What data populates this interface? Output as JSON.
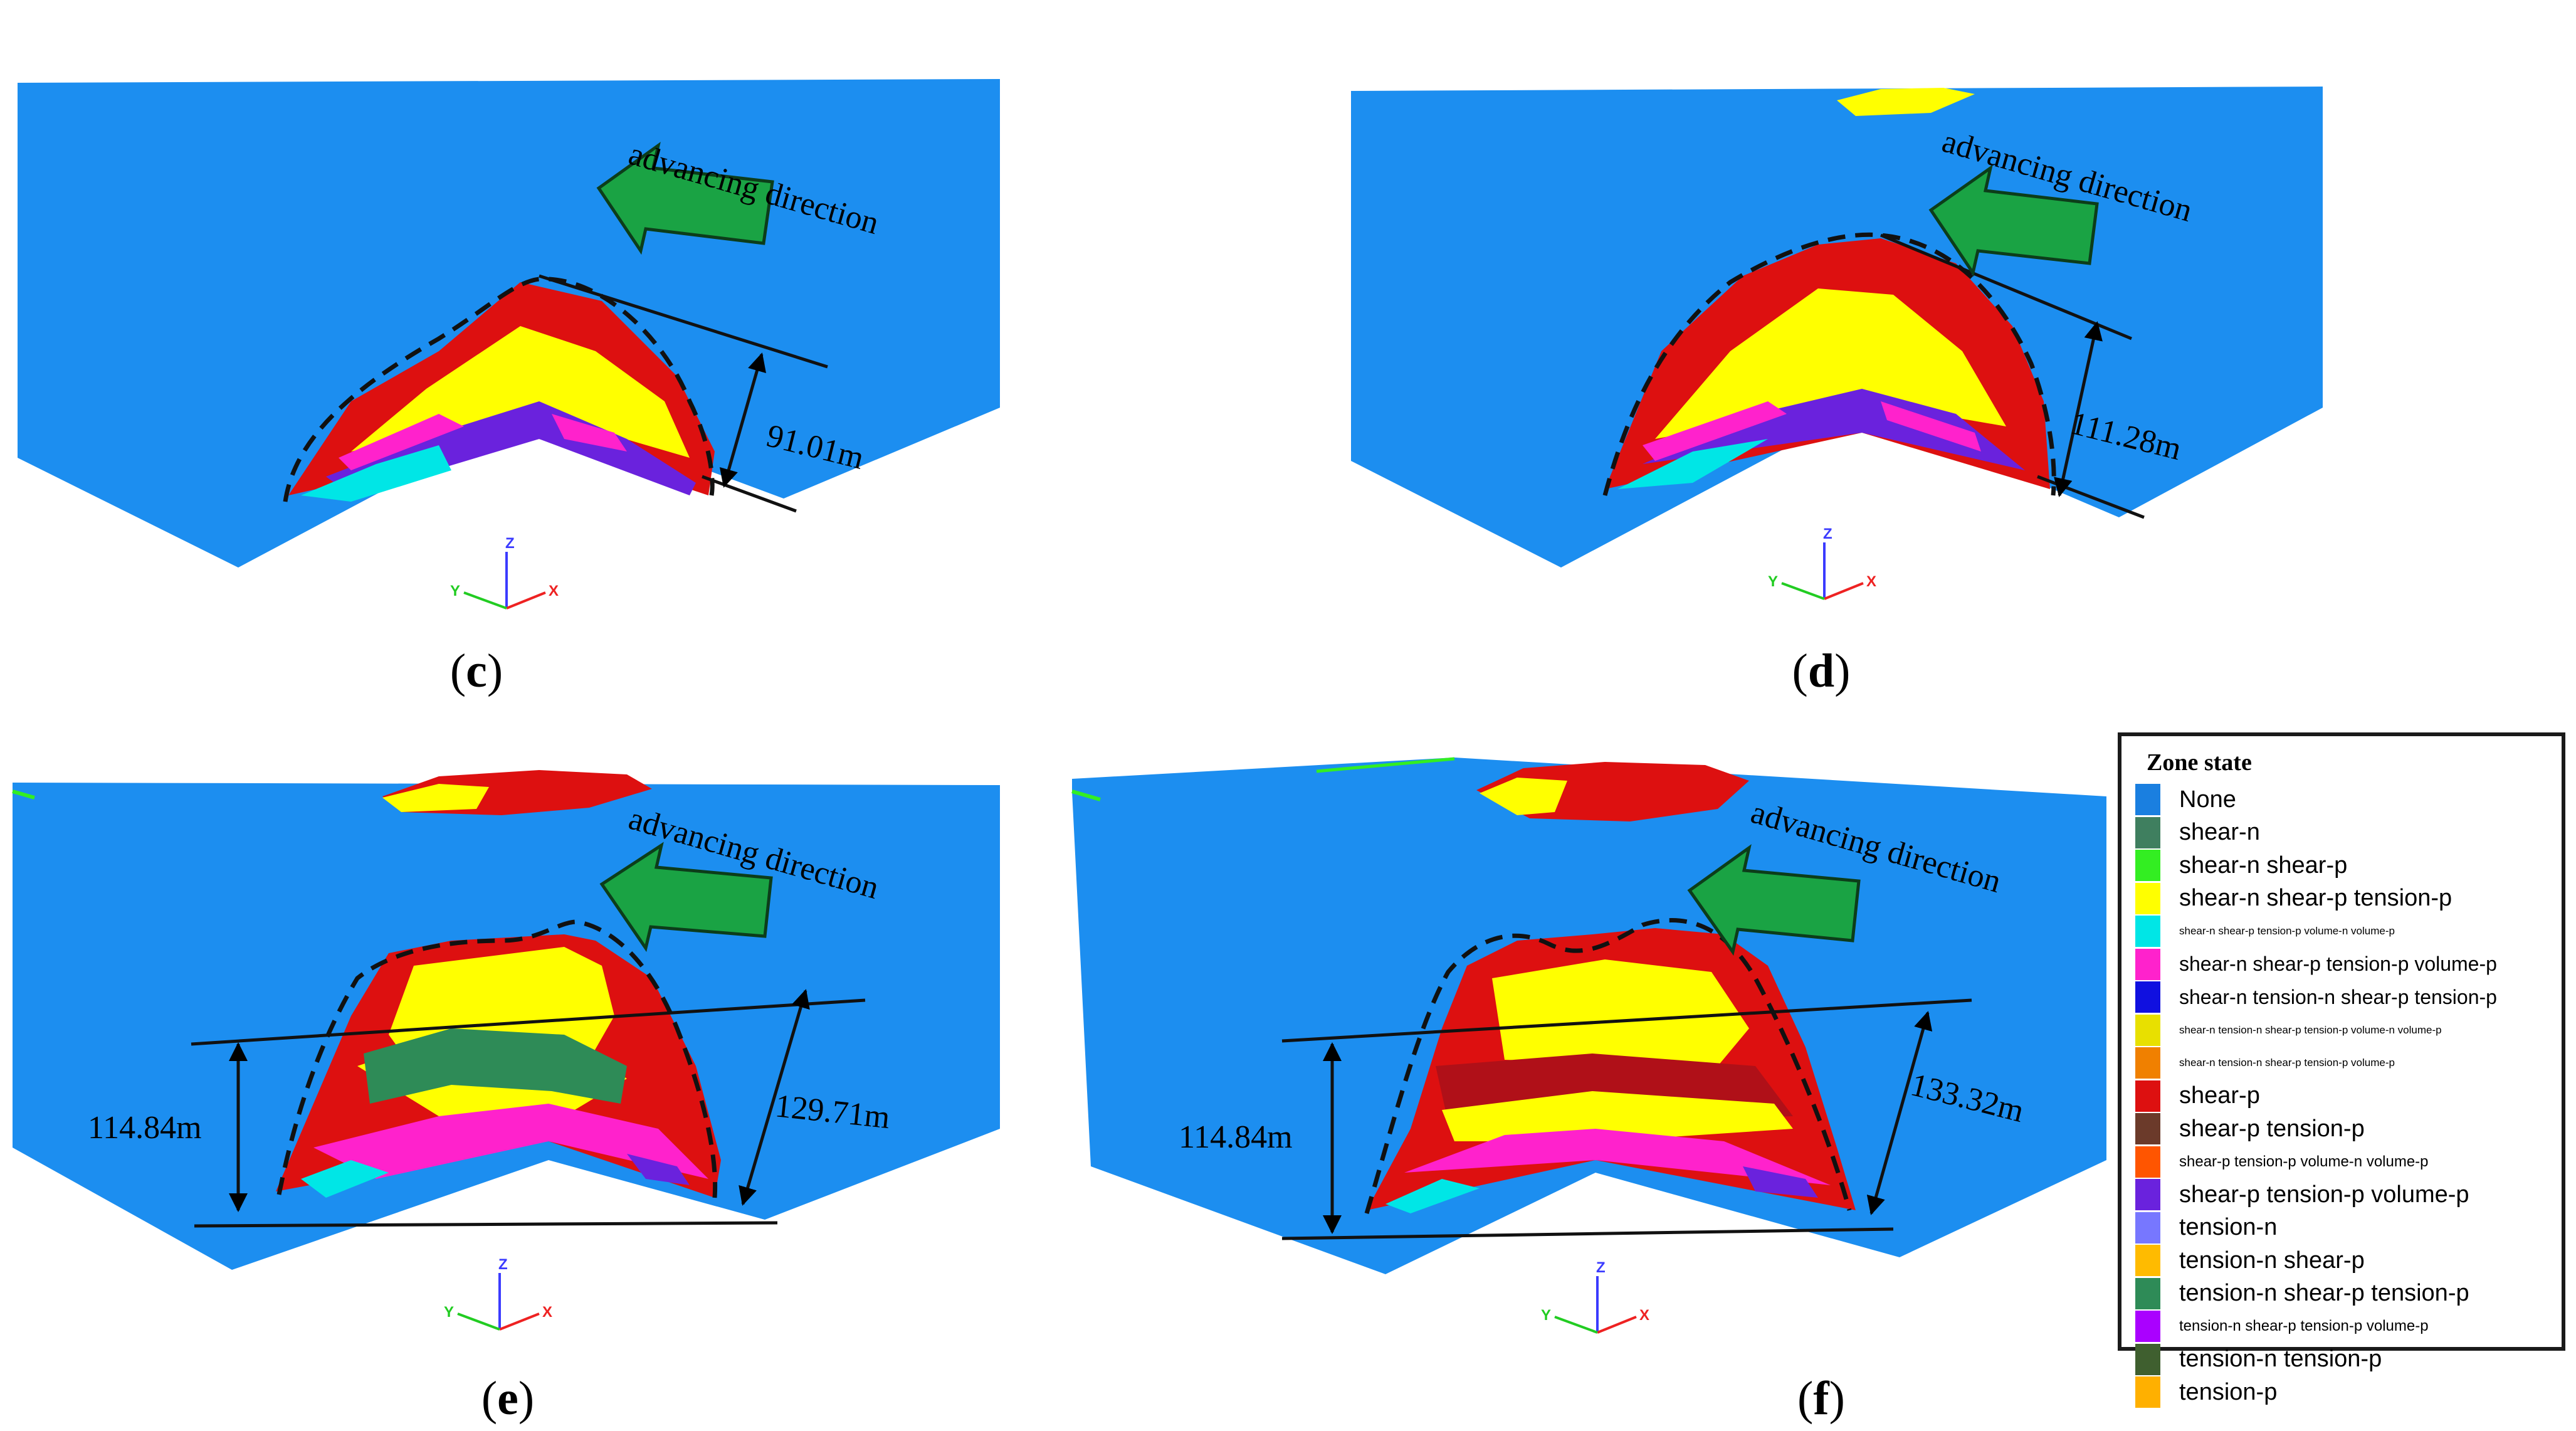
{
  "colors": {
    "background": "#1f8fec",
    "panel_fill": "#1c8ef0",
    "arrow": "#1aa344",
    "dashed_outline": "#111111"
  },
  "panels": [
    {
      "label_open": "(",
      "label_letter": "c",
      "label_close": ")",
      "direction_text": "advancing direction",
      "measurements": [
        "91.01m"
      ]
    },
    {
      "label_open": "(",
      "label_letter": "d",
      "label_close": ")",
      "direction_text": "advancing direction",
      "measurements": [
        "111.28m"
      ]
    },
    {
      "label_open": "(",
      "label_letter": "e",
      "label_close": ")",
      "direction_text": "advancing direction",
      "measurements": [
        "114.84m",
        "129.71m"
      ]
    },
    {
      "label_open": "(",
      "label_letter": "f",
      "label_close": ")",
      "direction_text": "advancing direction",
      "measurements": [
        "114.84m",
        "133.32m"
      ]
    }
  ],
  "axes_labels": {
    "z": "Z",
    "y": "Y",
    "x": "X"
  },
  "legend": {
    "title": "Zone state",
    "items": [
      {
        "label": "None",
        "color": "#1a7fe0",
        "size": "large"
      },
      {
        "label": "shear-n",
        "color": "#3f7f5f",
        "size": "large"
      },
      {
        "label": "shear-n shear-p",
        "color": "#33ee22",
        "size": "large"
      },
      {
        "label": "shear-n shear-p tension-p",
        "color": "#ffff00",
        "size": "large"
      },
      {
        "label": "shear-n shear-p tension-p volume-n volume-p",
        "color": "#00e6e6",
        "size": "tiny"
      },
      {
        "label": "shear-n shear-p tension-p volume-p",
        "color": "#ff22cc",
        "size": "medium"
      },
      {
        "label": "shear-n tension-n shear-p tension-p",
        "color": "#1010e0",
        "size": "medium"
      },
      {
        "label": "shear-n tension-n shear-p tension-p volume-n volume-p",
        "color": "#e8e000",
        "size": "tiny"
      },
      {
        "label": "shear-n tension-n shear-p tension-p volume-p",
        "color": "#f08000",
        "size": "tiny"
      },
      {
        "label": "shear-p",
        "color": "#dd1010",
        "size": "large"
      },
      {
        "label": "shear-p tension-p",
        "color": "#6b3a2a",
        "size": "large"
      },
      {
        "label": "shear-p tension-p volume-n volume-p",
        "color": "#ff5500",
        "size": "small"
      },
      {
        "label": "shear-p tension-p volume-p",
        "color": "#6a22dd",
        "size": "large"
      },
      {
        "label": "tension-n",
        "color": "#7777ff",
        "size": "large"
      },
      {
        "label": "tension-n shear-p",
        "color": "#ffbb00",
        "size": "large"
      },
      {
        "label": "tension-n shear-p tension-p",
        "color": "#2e8b57",
        "size": "large"
      },
      {
        "label": "tension-n shear-p tension-p volume-p",
        "color": "#aa00ff",
        "size": "small"
      },
      {
        "label": "tension-n tension-p",
        "color": "#3f5f2f",
        "size": "large"
      },
      {
        "label": "tension-p",
        "color": "#ffb000",
        "size": "large"
      }
    ]
  }
}
